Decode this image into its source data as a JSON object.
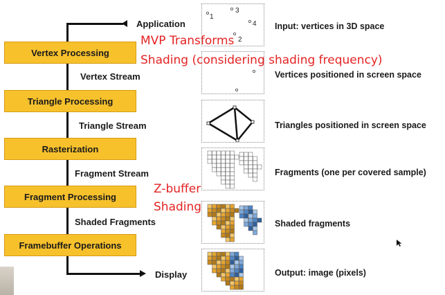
{
  "pipeline": {
    "application_label": "Application",
    "display_label": "Display",
    "stages": [
      "Vertex Processing",
      "Triangle Processing",
      "Rasterization",
      "Fragment Processing",
      "Framebuffer Operations"
    ],
    "streams": [
      "Vertex Stream",
      "Triangle Stream",
      "Fragment Stream",
      "Shaded Fragments"
    ]
  },
  "descriptions": [
    "Input: vertices in 3D space",
    "Vertices positioned in screen space",
    "Triangles positioned in screen space",
    "Fragments (one per covered sample)",
    "Shaded fragments",
    "Output: image (pixels)"
  ],
  "vertex_labels": [
    "1",
    "2",
    "3",
    "4"
  ],
  "annotations": {
    "mvp_line1": "MVP Transforms",
    "mvp_line2": "Shading (considering shading frequency)",
    "frag_line1": "Z-buffer",
    "frag_line2": "Shading"
  },
  "colors": {
    "stage_fill": "#f7c12c",
    "annotation_red": "#e32323",
    "fragment_orange": "#e7a52f",
    "fragment_blue": "#4f86c6"
  }
}
